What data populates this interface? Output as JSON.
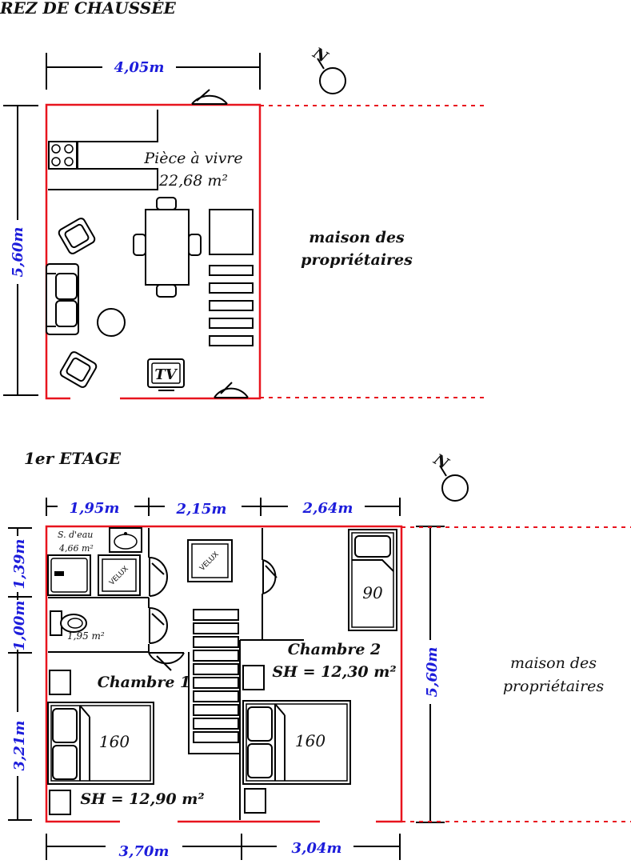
{
  "ground_floor": {
    "title": "REZ DE CHAUSSÉE",
    "width_dim": "4,05m",
    "height_dim": "5,60m",
    "room_name": "Pièce à vivre",
    "room_area": "22,68 m²",
    "neighbor_line1": "maison des",
    "neighbor_line2": "propriétaires",
    "tv_label": "TV",
    "compass_label": "N"
  },
  "first_floor": {
    "title": "1er ETAGE",
    "top_dims": [
      "1,95m",
      "2,15m",
      "2,64m"
    ],
    "left_dims": [
      "1,39m",
      "1,00m",
      "3,21m"
    ],
    "bottom_dims": [
      "3,70m",
      "3,04m"
    ],
    "right_dim": "5,60m",
    "bathroom_name": "S. d'eau",
    "bathroom_area": "4,66 m²",
    "wc_area": "1,95 m²",
    "velux_label": "VELUX",
    "bedroom1_name": "Chambre 1",
    "bedroom1_area": "SH = 12,90 m²",
    "bedroom2_name": "Chambre 2",
    "bedroom2_area": "SH = 12,30 m²",
    "bed_single": "90",
    "bed_double": "160",
    "neighbor_line1": "maison des",
    "neighbor_line2": "propriétaires",
    "compass_label": "N"
  },
  "colors": {
    "exterior_wall": "#e8141e",
    "dimension_text": "#1d1ddb"
  }
}
